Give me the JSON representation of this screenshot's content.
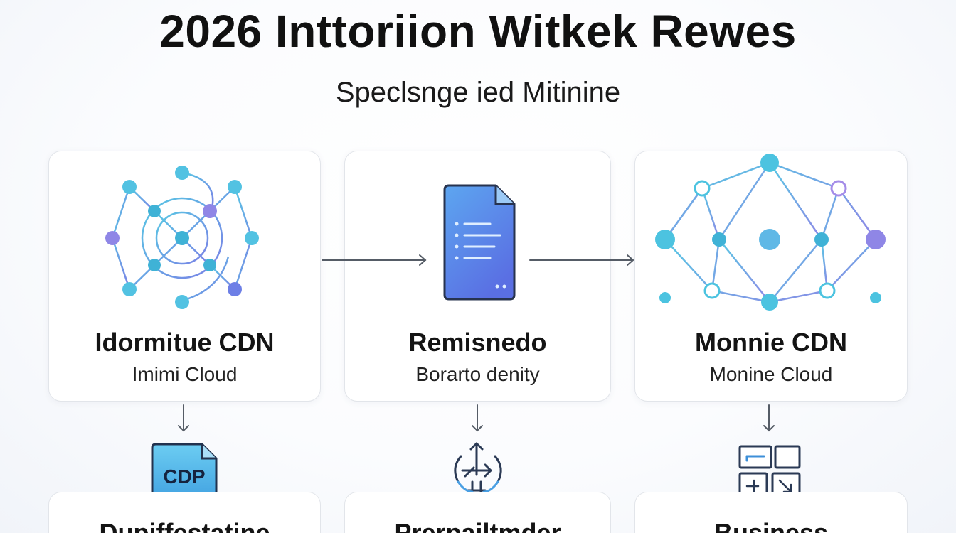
{
  "header": {
    "title": "2026 Inttoriion Witkek Rewes",
    "subtitle": "Speclsnge ied Mitinine"
  },
  "cards": [
    {
      "title": "Idormitue CDN",
      "subtitle": "Imimi Cloud"
    },
    {
      "title": "Remisnedo",
      "subtitle": "Borarto denity"
    },
    {
      "title": "Monnie CDN",
      "subtitle": "Monine Cloud"
    }
  ],
  "bottom_icons": {
    "cdp_label": "CDP"
  },
  "bottom_cards": [
    {
      "label": "Dupiffestatine"
    },
    {
      "label": "Prerpailtmder"
    },
    {
      "label": "Business"
    }
  ],
  "icons": [
    "network-globe-icon",
    "document-icon",
    "mesh-network-icon",
    "cdp-file-icon",
    "sync-arrows-icon",
    "dashboard-grid-icon"
  ],
  "colors": {
    "node_teal": "#4cc3e0",
    "node_purple": "#8f86e6",
    "edge": "#6fb4cf",
    "doc_blue": "#4f7fe8",
    "arrow": "#555c66"
  }
}
